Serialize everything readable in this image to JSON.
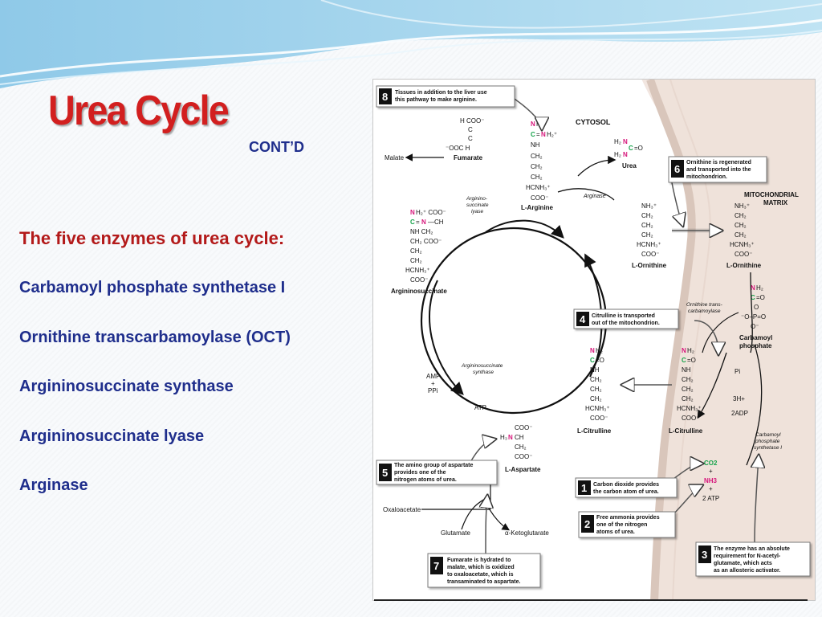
{
  "slide": {
    "title": "Urea Cycle",
    "subtitle": "CONT’D",
    "enzymes_heading": "The five enzymes of urea cycle:",
    "enzymes": [
      "Carbamoyl phosphate synthetase I",
      "Ornithine transcarbamoylase (OCT)",
      "Argininosuccinate synthase",
      "Argininosuccinate lyase",
      "Arginase"
    ]
  },
  "diagram": {
    "cytosol_label": "CYTOSOL",
    "mito_label_1": "MITOCHONDRIAL",
    "mito_label_2": "MATRIX",
    "notes": [
      {
        "num": "8",
        "lines": [
          "Tissues in addition to the liver use",
          "this pathway to make arginine."
        ]
      },
      {
        "num": "6",
        "lines": [
          "Ornithine is regenerated",
          "and transported into the",
          "mitochondrion."
        ]
      },
      {
        "num": "4",
        "lines": [
          "Citrulline is transported",
          "out of the mitochondrion."
        ]
      },
      {
        "num": "5",
        "lines": [
          "The amino group of aspartate",
          "provides one of the",
          "nitrogen atoms of urea."
        ]
      },
      {
        "num": "1",
        "lines": [
          "Carbon dioxide provides",
          "the carbon atom of urea."
        ]
      },
      {
        "num": "2",
        "lines": [
          "Free ammonia provides",
          "one of the nitrogen",
          "atoms of urea."
        ]
      },
      {
        "num": "7",
        "lines": [
          "Fumarate is hydrated to",
          "malate, which is oxidized",
          "to oxaloacetate, which is",
          "transaminated to aspartate."
        ]
      },
      {
        "num": "3",
        "lines": [
          "The enzyme has an absolute",
          "requirement for N-acetyl-",
          "glutamate, which acts",
          "as an allosteric activator."
        ]
      }
    ],
    "labels": {
      "malate": "Malate",
      "fumarate": "Fumarate",
      "urea": "Urea",
      "l_arginine": "L-Arginine",
      "arginase": "Arginase",
      "asl": [
        "Arginino-",
        "succinate",
        "lyase"
      ],
      "argininosuccinate": "Argininosuccinate",
      "l_ornithine_cyt": "L-Ornithine",
      "l_ornithine_mito": "L-Ornithine",
      "otc": [
        "Ornithine trans-",
        "carbamoylase"
      ],
      "carbamoyl_phosphate": [
        "Carbamoyl",
        "phosphate"
      ],
      "l_citrulline_cyt": "L-Citrulline",
      "l_citrulline_mito": "L-Citrulline",
      "ass": [
        "Argininosuccinate",
        "synthase"
      ],
      "amp": "AMP",
      "ppi": "PPi",
      "atp": "ATP",
      "l_aspartate": "L-Aspartate",
      "oxaloacetate": "Oxaloacetate",
      "glutamate": "Glutamate",
      "a_ketoglutarate": "α-Ketoglutarate",
      "cps1": [
        "Carbamoyl",
        "phosphate",
        "synthetase I"
      ],
      "co2": "CO2",
      "nh3": "NH3",
      "two_atp": "2 ATP",
      "three_h": "3H+",
      "two_adp": "2ADP",
      "pi": "Pi"
    }
  },
  "colors": {
    "title_red": "#d21f1f",
    "heading_red": "#b31a1a",
    "body_blue": "#1f2e8c",
    "nitrogen_magenta": "#d6147a",
    "carbon_green": "#16a34a",
    "membrane": "#eaded6"
  }
}
